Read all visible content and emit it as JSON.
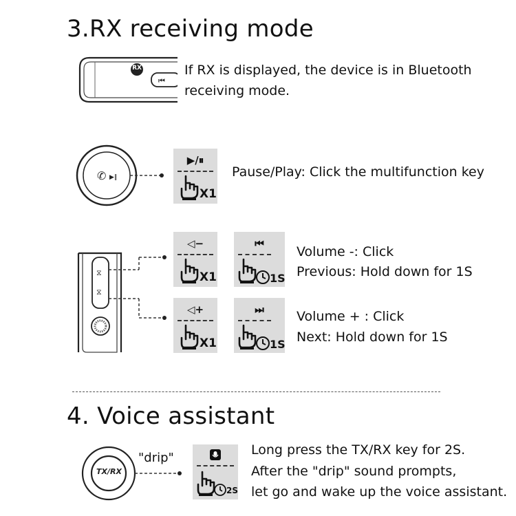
{
  "section3": {
    "title": "3.RX receiving mode",
    "badge": "RX",
    "description_line1": "If RX is displayed, the device is in Bluetooth",
    "description_line2": "receiving mode."
  },
  "pause_play": {
    "icon_symbol": "▶/⏸",
    "count": "X1",
    "text": "Pause/Play: Click the multifunction key"
  },
  "volume_minus": {
    "icon_symbol": "◁−",
    "count": "X1",
    "prev_symbol": "⏮",
    "hold_time": "1S",
    "line1": "Volume -: Click",
    "line2": "Previous: Hold down for 1S"
  },
  "volume_plus": {
    "icon_symbol": "◁+",
    "count": "X1",
    "next_symbol": "⏭",
    "hold_time": "1S",
    "line1": "Volume + : Click",
    "line2": "Next: Hold down for 1S"
  },
  "section4": {
    "title": "4. Voice assistant",
    "key_label": "TX/RX",
    "drip_label": "\"drip\"",
    "hold_time": "2S",
    "line1": "Long press the TX/RX key for 2S.",
    "line2": "After the \"drip\" sound prompts,",
    "line3": "let go and wake up the voice assistant."
  },
  "colors": {
    "card_bg": "#dcdcdc",
    "text": "#111111",
    "line": "#333333"
  }
}
